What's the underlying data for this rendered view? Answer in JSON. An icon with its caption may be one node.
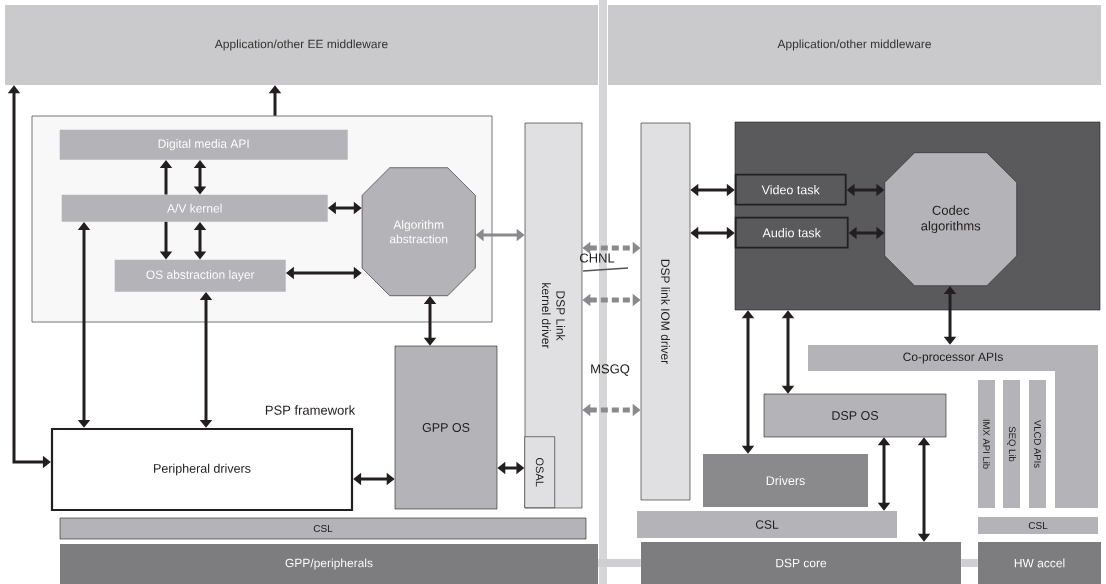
{
  "diagram": {
    "nodes": [
      {
        "text": [
          "Application/other EE middleware"
        ]
      },
      {
        "text": [
          "Application/other middleware"
        ]
      },
      {
        "text": [],
        "shape": "box"
      },
      {
        "text": [
          "Digital media API"
        ],
        "in": 2
      },
      {
        "text": [
          "A/V kernel"
        ],
        "in": 2
      },
      {
        "text": [
          "OS abstraction layer"
        ],
        "in": 2
      },
      {
        "text": [
          "Algorithm abstraction"
        ],
        "in": 2
      },
      {
        "text": [
          "DSP Link kernel driver"
        ]
      },
      {
        "text": [
          "OSAL"
        ],
        "in": 7
      },
      {
        "text": [
          "DSP link IOM driver"
        ]
      },
      {
        "text": [],
        "shape": "box"
      },
      {
        "text": [
          "Video task"
        ],
        "in": 10
      },
      {
        "text": [
          "Audio task"
        ],
        "in": 10
      },
      {
        "text": [
          "Codec algorithms"
        ],
        "in": 10
      },
      {
        "text": [
          "Peripheral drivers"
        ]
      },
      {
        "text": [
          "GPP OS"
        ]
      },
      {
        "text": [
          "CSL"
        ]
      },
      {
        "text": [
          "GPP/peripherals"
        ]
      },
      {
        "text": [
          "Co-processor APIs"
        ]
      },
      {
        "text": [
          "DSP OS"
        ]
      },
      {
        "text": [
          "Drivers"
        ]
      },
      {
        "text": [
          "CSL"
        ]
      },
      {
        "text": [
          "IMX API Lib"
        ]
      },
      {
        "text": [
          "SEQ Lib"
        ]
      },
      {
        "text": [
          "VLCD APIs"
        ]
      },
      {
        "text": [
          "CSL"
        ]
      },
      {
        "text": [
          "DSP core"
        ]
      },
      {
        "text": [
          "HW accel"
        ]
      },
      {
        "text": [],
        "shape": "bar"
      }
    ],
    "edges": [
      {
        "from": 14,
        "to": 0,
        "arrow": "both"
      },
      {
        "from": 2,
        "to": 0,
        "arrow": "to"
      },
      {
        "from": 4,
        "to": 3,
        "arrow": "to"
      },
      {
        "from": 3,
        "to": 4,
        "arrow": "both"
      },
      {
        "from": 4,
        "to": 5,
        "arrow": "to"
      },
      {
        "from": 4,
        "to": 5,
        "arrow": "both"
      },
      {
        "from": 4,
        "to": 6,
        "arrow": "both"
      },
      {
        "from": 5,
        "to": 6,
        "arrow": "both"
      },
      {
        "from": 6,
        "to": 7,
        "arrow": "both",
        "color": "#8a8a8d"
      },
      {
        "from": 14,
        "to": 4,
        "arrow": "both"
      },
      {
        "from": 5,
        "to": 14,
        "arrow": "both"
      },
      {
        "from": 6,
        "to": 15,
        "arrow": "both"
      },
      {
        "from": 14,
        "to": 15,
        "arrow": "both"
      },
      {
        "from": 15,
        "to": 8,
        "arrow": "both"
      },
      {
        "from": 7,
        "to": 9,
        "arrow": "both",
        "style": "dashed",
        "color": "#8a8a8d"
      },
      {
        "from": 7,
        "to": 9,
        "arrow": "both",
        "style": "dashed",
        "color": "#8a8a8d"
      },
      {
        "from": 7,
        "to": 9,
        "arrow": "both",
        "style": "dashed",
        "color": "#8a8a8d"
      },
      {
        "from": 9,
        "to": 11,
        "arrow": "both"
      },
      {
        "from": 9,
        "to": 12,
        "arrow": "both"
      },
      {
        "from": 11,
        "to": 13,
        "arrow": "both"
      },
      {
        "from": 12,
        "to": 13,
        "arrow": "both"
      },
      {
        "from": 13,
        "to": 18,
        "arrow": "both"
      },
      {
        "from": 10,
        "to": 20,
        "arrow": "both"
      },
      {
        "from": 10,
        "to": 19,
        "arrow": "both"
      },
      {
        "from": 19,
        "to": 21,
        "arrow": "both"
      },
      {
        "from": 19,
        "to": 26,
        "arrow": "both"
      },
      {
        "from": 17,
        "to": 26,
        "arrow": "none",
        "style": "thick",
        "color": "#cfcfd1"
      },
      {
        "from": 26,
        "to": 27,
        "arrow": "none",
        "style": "thick",
        "color": "#cfcfd1"
      }
    ],
    "labels": [
      "CHNL",
      "MSGQ",
      "PSP framework"
    ]
  }
}
